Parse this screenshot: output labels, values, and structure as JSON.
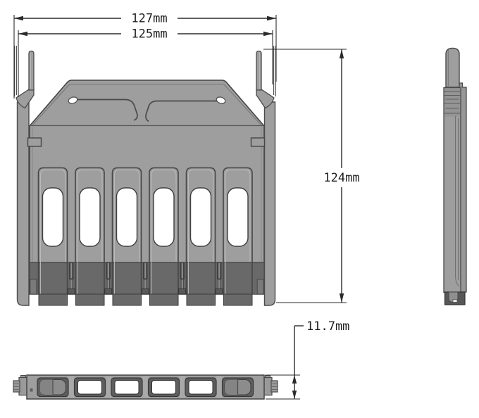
{
  "drawing": {
    "dimensions": {
      "overall_width": "127mm",
      "hook_width": "125mm",
      "body_height": "124mm",
      "strip_thickness": "11.7mm"
    },
    "part": {
      "slot_count": 6,
      "window_count": 6,
      "open_windows": 4,
      "filled_windows": 2
    },
    "colors": {
      "background": "#ffffff",
      "body_gray": "#9e9e9e",
      "dark_band": "#696969",
      "frame_dark": "#5e5e5e",
      "outline": "#454545",
      "dimension_line": "#2b2b2b"
    }
  }
}
